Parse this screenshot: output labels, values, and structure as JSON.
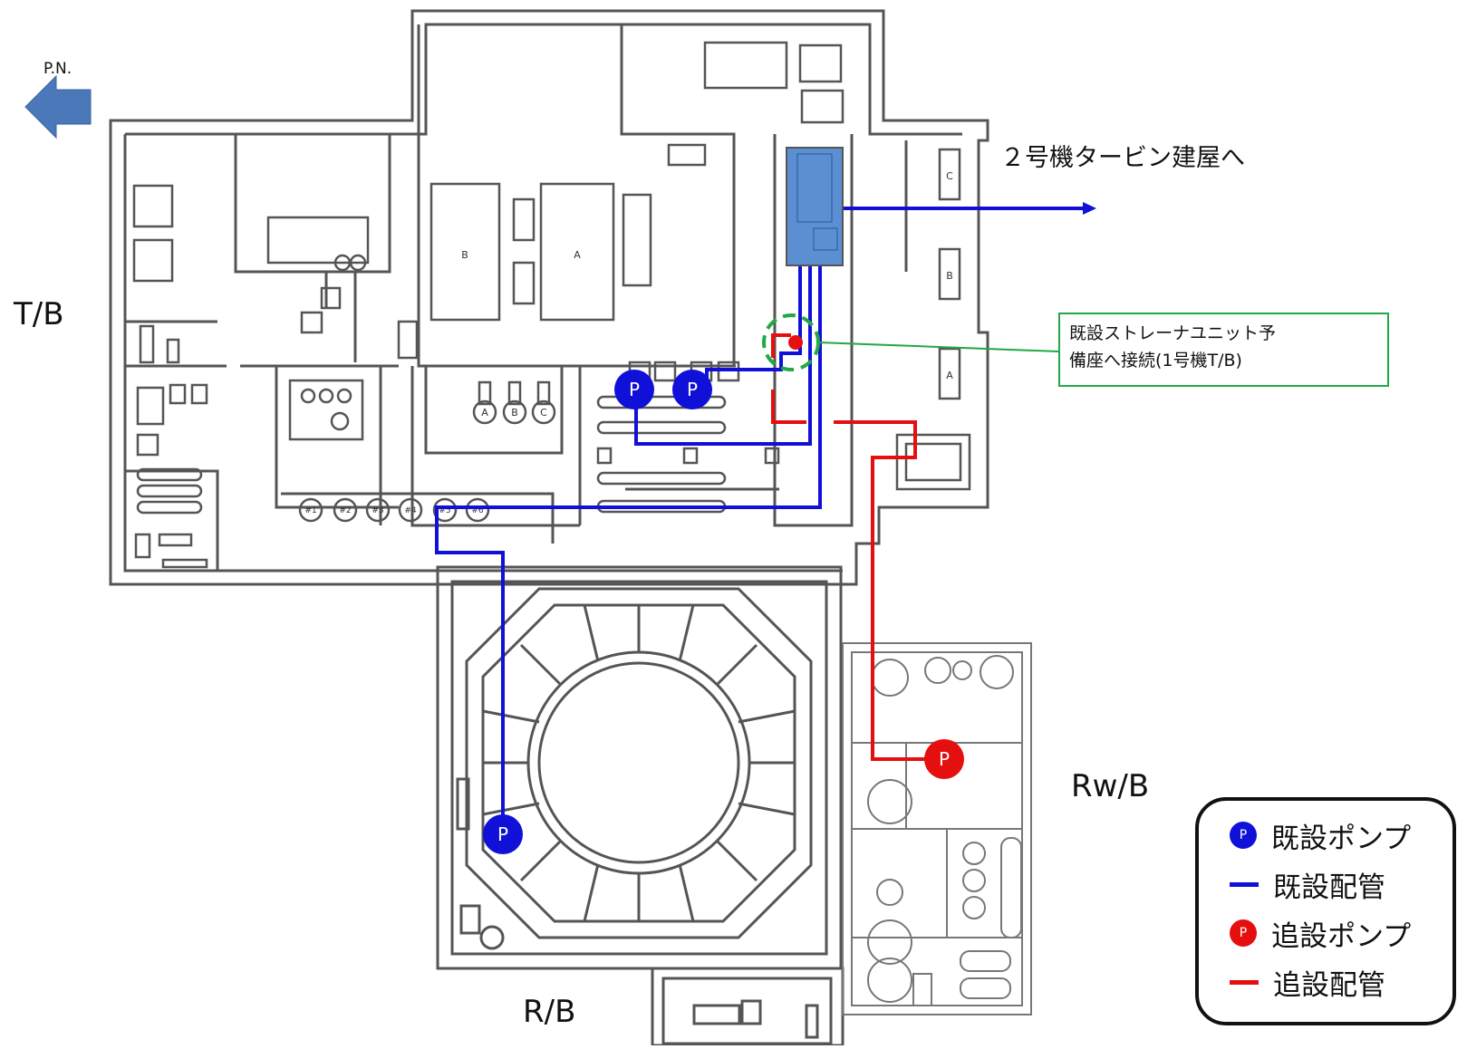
{
  "north_label": "P.N.",
  "destination_label": "２号機タービン建屋へ",
  "buildings": {
    "turbine": "T/B",
    "reactor": "R/B",
    "radwaste": "Rw/B"
  },
  "callout": {
    "line1": "既設ストレーナユニット予",
    "line2": "備座へ接続(1号機T/B)"
  },
  "pump_symbol": "P",
  "legend": {
    "existing_pump": "既設ポンプ",
    "existing_pipe": "既設配管",
    "added_pump": "追設ポンプ",
    "added_pipe": "追設配管"
  },
  "equipment_labels": {
    "tank_b": "B",
    "tank_a": "A",
    "vessel_c": "C",
    "vessel_b": "B",
    "vessel_a": "A",
    "hx_1": "A",
    "hx_2": "B",
    "hx_3": "C",
    "tanks_row": [
      "#1",
      "#2",
      "#3",
      "#4",
      "#5",
      "#6"
    ]
  },
  "colors": {
    "existing": "#1010d8",
    "added": "#e50f0f",
    "strainer": "#5b8fd1",
    "callout_border": "#22a845",
    "arrow": "#4a78b8"
  }
}
